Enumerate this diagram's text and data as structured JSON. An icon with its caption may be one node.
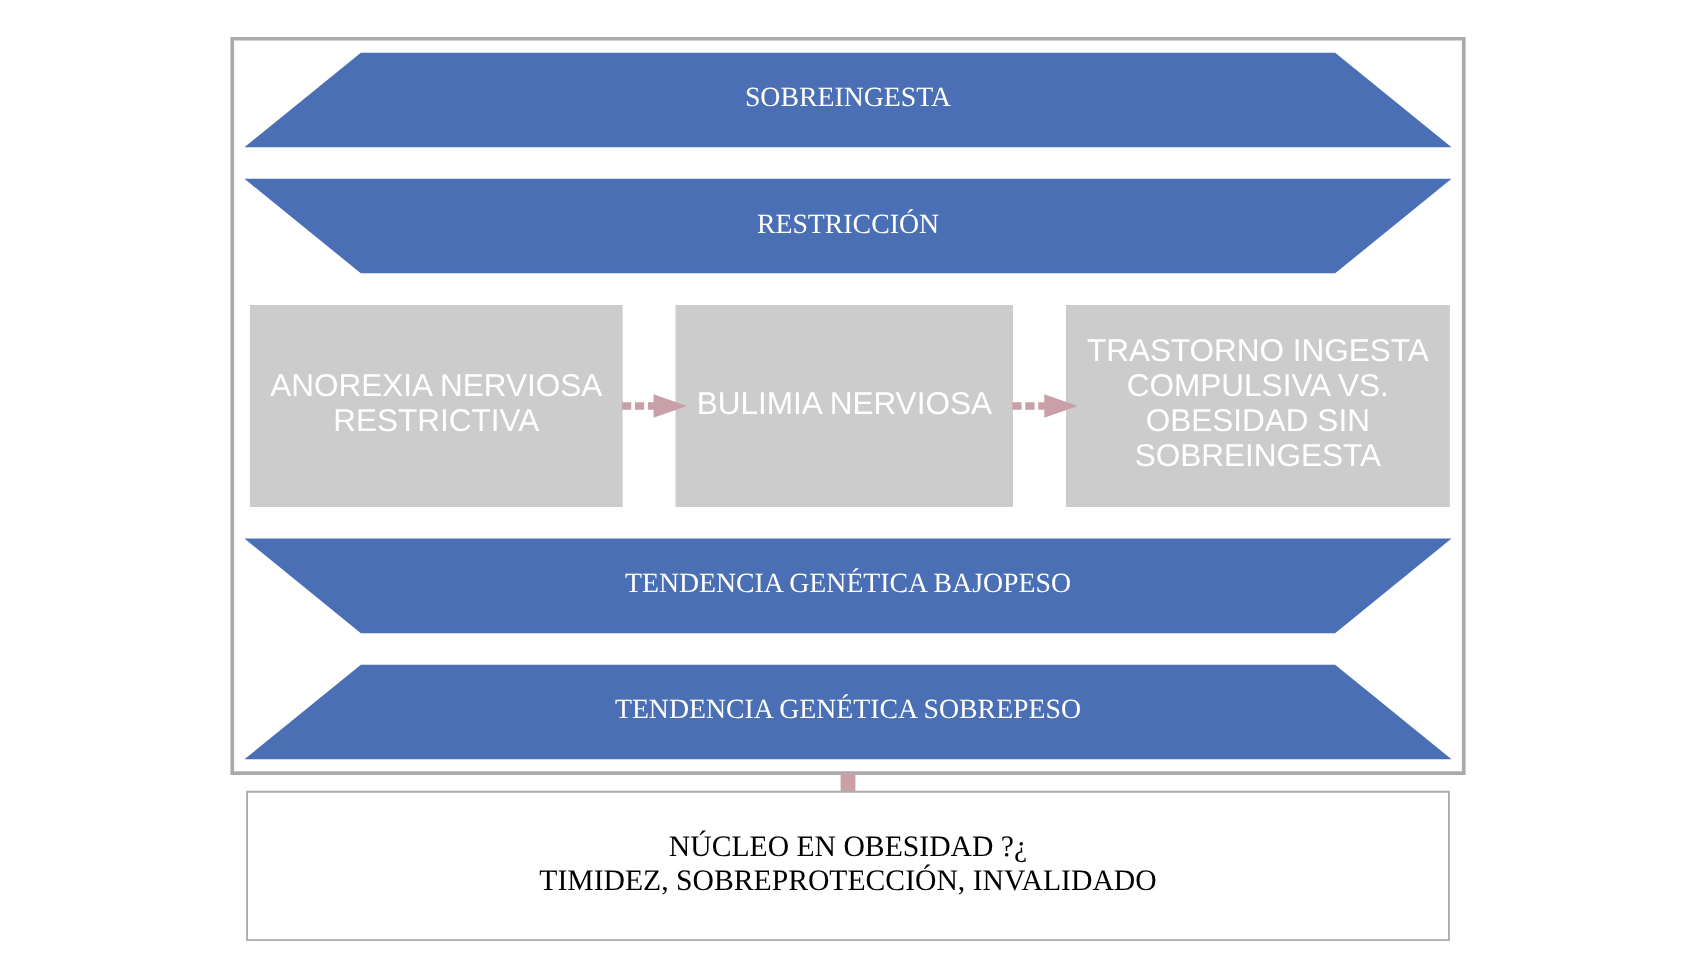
{
  "diagram": {
    "nodes": [
      {
        "text": [],
        "shape": "box"
      },
      {
        "text": [
          "SOBREINGESTA"
        ],
        "in": 0
      },
      {
        "text": [
          "RESTRICCIÓN"
        ],
        "in": 0
      },
      {
        "text": [
          "ANOREXIA NERVIOSA RESTRICTIVA"
        ],
        "in": 0
      },
      {
        "text": [
          "BULIMIA NERVIOSA"
        ],
        "in": 0
      },
      {
        "text": [
          "TRASTORNO INGESTA COMPULSIVA VS. OBESIDAD SIN SOBREINGESTA"
        ],
        "in": 0
      },
      {
        "text": [
          "TENDENCIA GENÉTICA BAJOPESO"
        ],
        "in": 0
      },
      {
        "text": [
          "TENDENCIA GENÉTICA SOBREPESO"
        ],
        "in": 0
      },
      {
        "text": [
          "NÚCLEO EN OBESIDAD ?¿",
          "TIMIDEZ, SOBREPROTECCIÓN, INVALIDADO"
        ]
      }
    ],
    "edges": [
      {
        "from": 3,
        "to": 4,
        "arrow": "to",
        "style": "dashed",
        "color": "#c9a0a8"
      },
      {
        "from": 4,
        "to": 5,
        "arrow": "to",
        "style": "dashed",
        "color": "#c9a0a8"
      },
      {
        "from": 0,
        "to": 8,
        "arrow": "none",
        "style": "thick",
        "color": "#c9a0a8"
      }
    ]
  }
}
